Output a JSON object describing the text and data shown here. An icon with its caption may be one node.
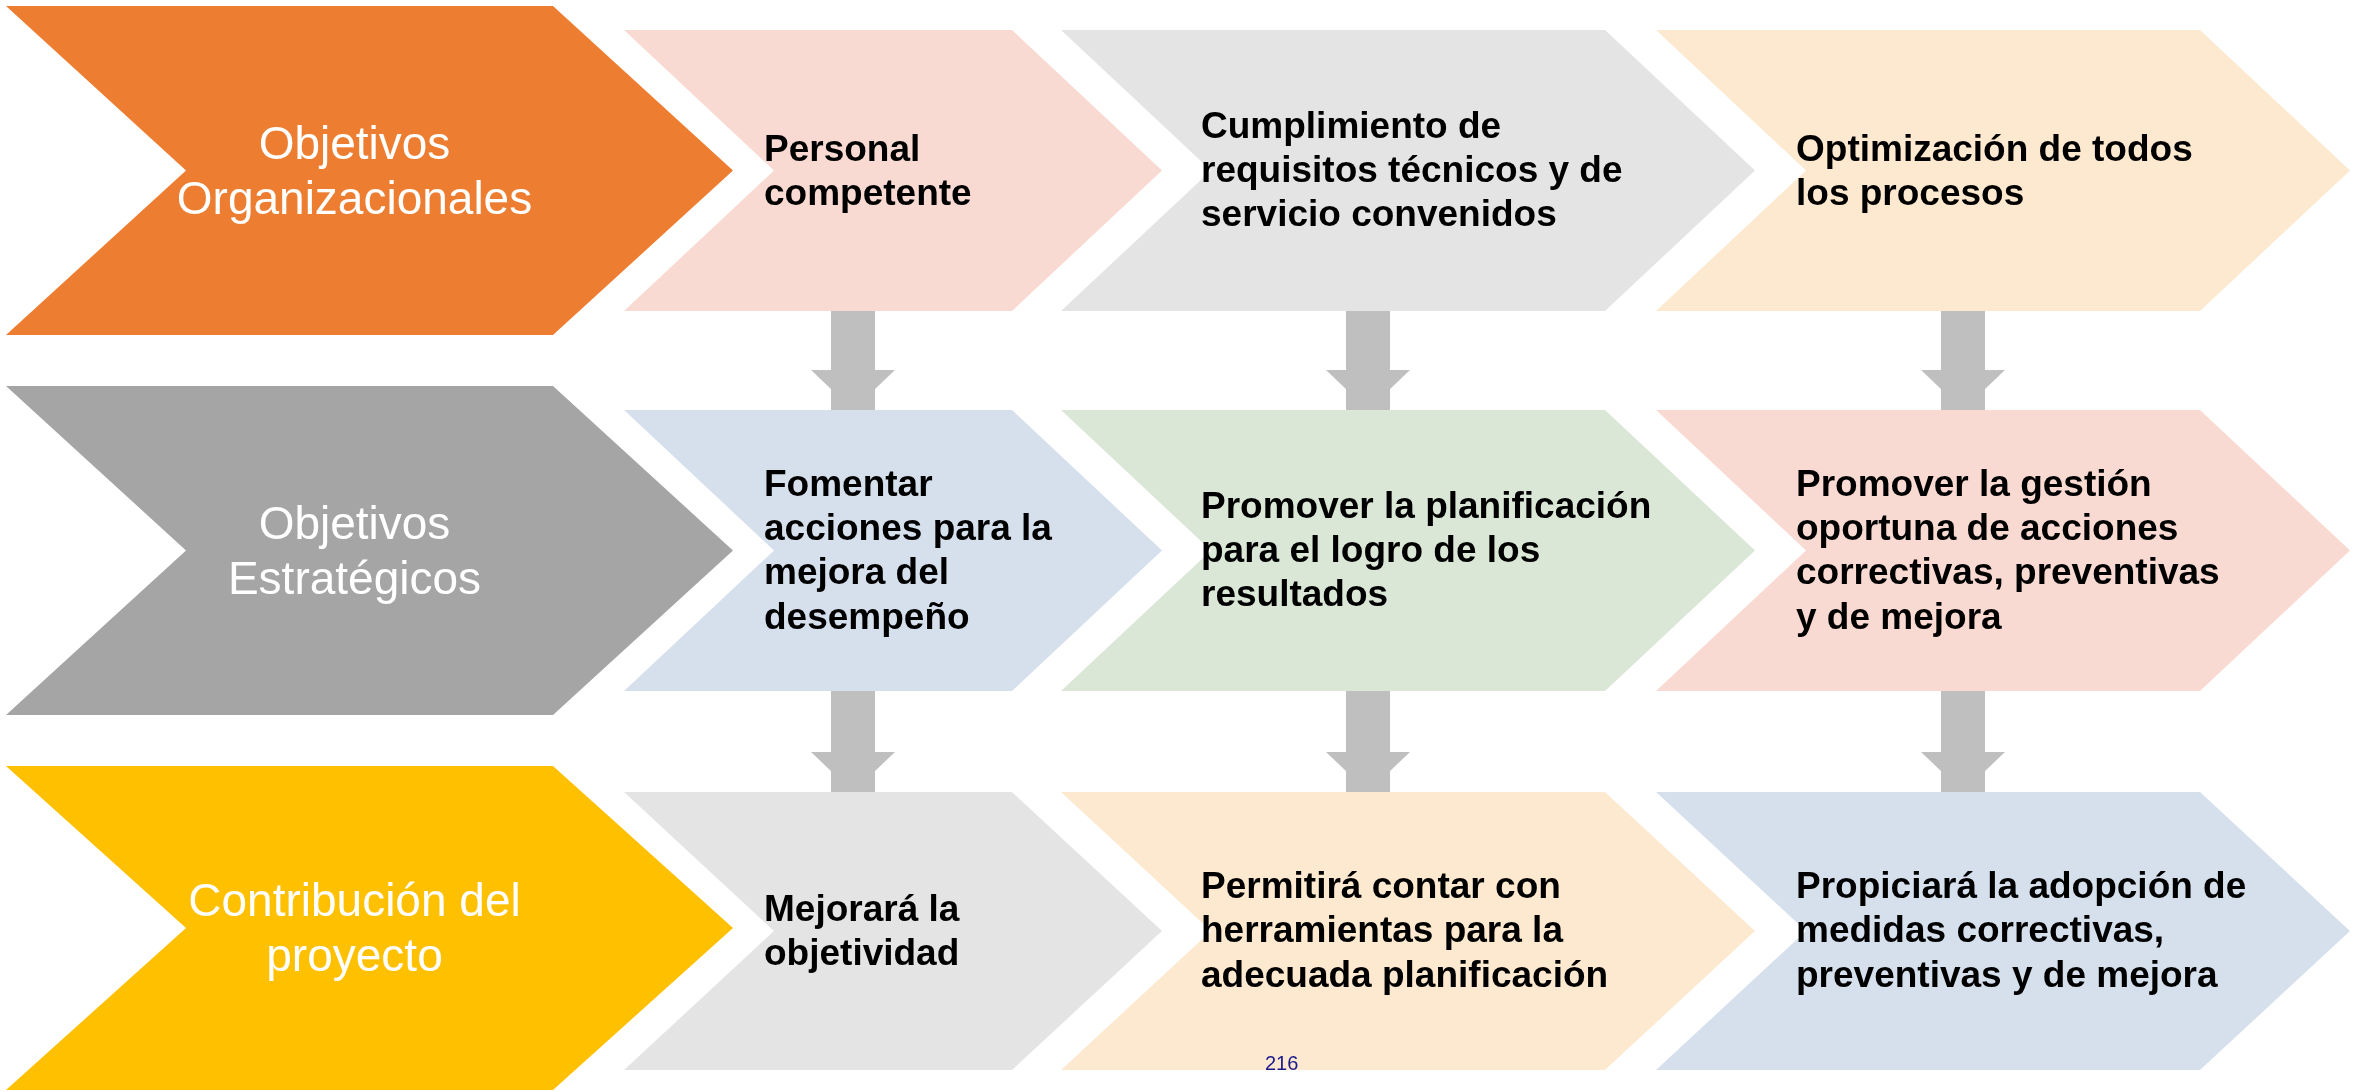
{
  "diagram": {
    "nodes": [
      {
        "text": [
          "Objetivos Organizacionales"
        ]
      },
      {
        "text": [
          "Personal competente"
        ]
      },
      {
        "text": [
          "Cumplimiento de requisitos técnicos y de servicio convenidos"
        ]
      },
      {
        "text": [
          "Optimización de todos los procesos"
        ]
      },
      {
        "text": [
          "Objetivos Estratégicos"
        ]
      },
      {
        "text": [
          "Fomentar acciones para la mejora del desempeño"
        ]
      },
      {
        "text": [
          "Promover la planificación para el logro de los resultados"
        ]
      },
      {
        "text": [
          "Promover la gestión oportuna de acciones correctivas, preventivas y de mejora"
        ]
      },
      {
        "text": [
          "Contribución del proyecto"
        ]
      },
      {
        "text": [
          "Mejorará la objetividad"
        ]
      },
      {
        "text": [
          "Permitirá contar con herramientas para la adecuada planificación"
        ]
      },
      {
        "text": [
          "Propiciará la adopción de medidas correctivas, preventivas y de mejora"
        ]
      }
    ],
    "edges": [
      {
        "from": 1,
        "to": 5,
        "arrow": "to"
      },
      {
        "from": 2,
        "to": 6,
        "arrow": "to"
      },
      {
        "from": 3,
        "to": 7,
        "arrow": "to"
      },
      {
        "from": 5,
        "to": 9,
        "arrow": "to"
      },
      {
        "from": 6,
        "to": 10,
        "arrow": "to"
      },
      {
        "from": 7,
        "to": 11,
        "arrow": "to"
      }
    ],
    "labels": [
      "216"
    ]
  }
}
